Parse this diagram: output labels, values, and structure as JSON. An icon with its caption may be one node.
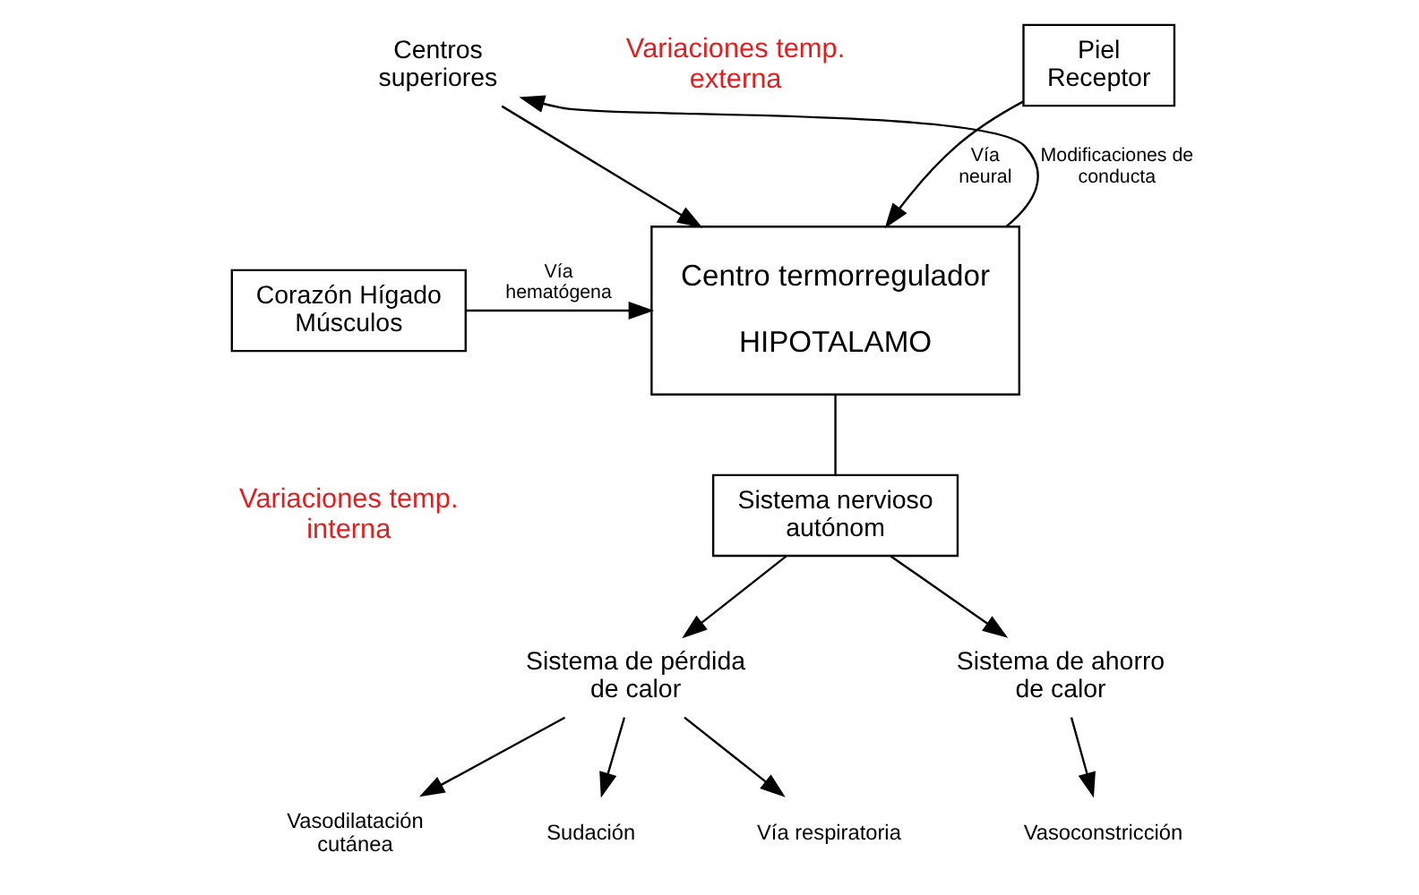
{
  "diagram": {
    "nodes": [
      {
        "text": [
          "Piel Receptor"
        ]
      },
      {
        "text": [
          "Centros superiores"
        ]
      },
      {
        "text": [
          "Centro termorregulador",
          "HIPOTALAMO"
        ]
      },
      {
        "text": [
          "Corazón Hígado Músculos"
        ]
      },
      {
        "text": [
          "Sistema nervioso autónom"
        ]
      },
      {
        "text": [
          "Sistema de pérdida de calor"
        ]
      },
      {
        "text": [
          "Sistema de ahorro de calor"
        ]
      },
      {
        "text": [
          "Vía respiratoria"
        ]
      },
      {
        "text": [
          "Vasodilatación cutánea"
        ]
      },
      {
        "text": [
          "Sudación"
        ]
      },
      {
        "text": [
          "Vasoconstricción"
        ]
      }
    ],
    "edges": [
      {
        "from": 1,
        "to": 2,
        "arrow": "to"
      },
      {
        "from": 2,
        "to": 1,
        "arrow": "to",
        "label": "Modificaciones de conducta"
      },
      {
        "from": 0,
        "to": 2,
        "arrow": "to",
        "label": "Vía neural"
      },
      {
        "from": 3,
        "to": 2,
        "arrow": "to",
        "label": "Vía hematógena"
      },
      {
        "from": 2,
        "to": 4,
        "arrow": "none"
      },
      {
        "from": 4,
        "to": 5,
        "arrow": "to"
      },
      {
        "from": 4,
        "to": 6,
        "arrow": "to"
      },
      {
        "from": 5,
        "to": 7,
        "arrow": "to"
      },
      {
        "from": 5,
        "to": 8,
        "arrow": "to"
      },
      {
        "from": 5,
        "to": 9,
        "arrow": "to"
      },
      {
        "from": 6,
        "to": 10,
        "arrow": "to"
      }
    ],
    "labels": [
      "Variaciones temp. externa",
      "Variaciones temp. interna"
    ]
  }
}
